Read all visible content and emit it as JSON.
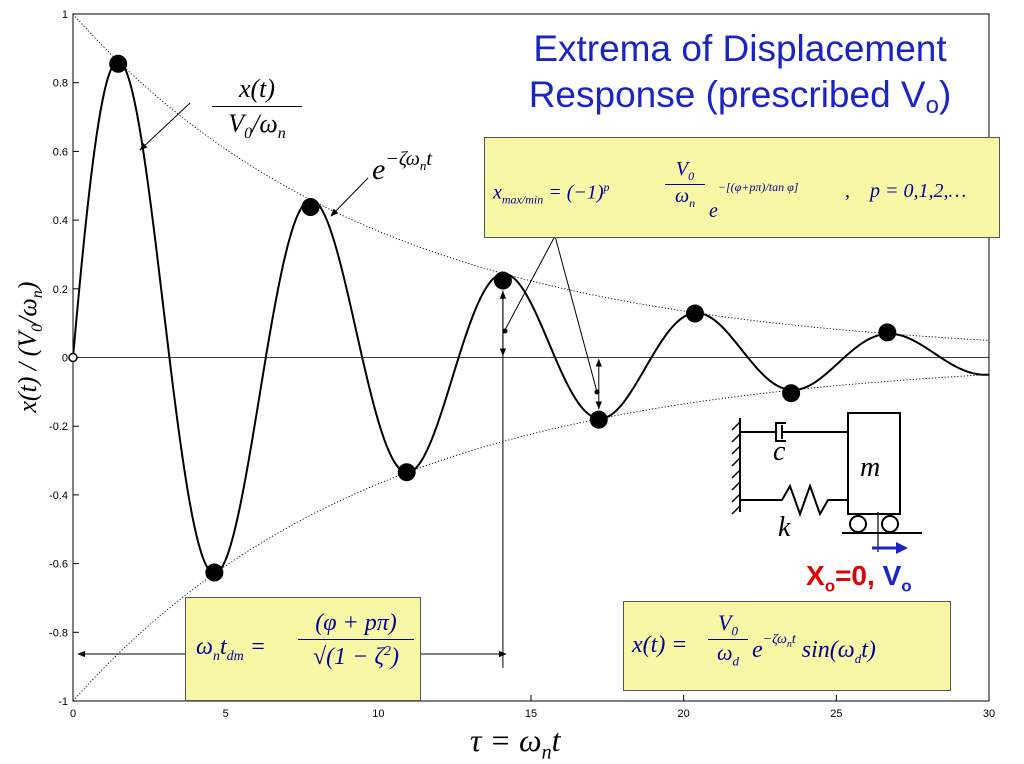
{
  "title_line1": "Extrema of Displacement",
  "title_line2": "Response (prescribed V",
  "title_sub": "o",
  "chart_data": {
    "type": "line",
    "xlabel": "τ = ωnt",
    "ylabel": "x(t) / (V0/ωn)",
    "xlim": [
      0,
      30
    ],
    "ylim": [
      -1,
      1
    ],
    "xticks": [
      "0",
      "5",
      "10",
      "15",
      "20",
      "25",
      "30"
    ],
    "yticks": [
      "-1",
      "-0.8",
      "-0.6",
      "-0.4",
      "-0.2",
      "0",
      "0.2",
      "0.4",
      "0.6",
      "0.8",
      "1"
    ],
    "zeta": 0.1,
    "series": [
      {
        "name": "x(t)/(V0/ωn)",
        "style": "solid",
        "function": "exp(-0.1 τ) sin(0.995 τ)/0.995"
      },
      {
        "name": "e^(-ζωn t)",
        "style": "dotted",
        "function": "exp(-0.1 τ)"
      },
      {
        "name": "",
        "style": "dotted",
        "function": "-exp(-0.1 τ)"
      }
    ],
    "extrema": [
      {
        "x": 1.48,
        "y": 0.855
      },
      {
        "x": 4.63,
        "y": -0.626
      },
      {
        "x": 7.78,
        "y": 0.438
      },
      {
        "x": 10.93,
        "y": -0.334
      },
      {
        "x": 14.08,
        "y": 0.224
      },
      {
        "x": 17.22,
        "y": -0.181
      },
      {
        "x": 20.37,
        "y": 0.128
      },
      {
        "x": 23.52,
        "y": -0.104
      },
      {
        "x": 26.67,
        "y": 0.073
      }
    ],
    "grid": false,
    "colors": {
      "curve": "#000000",
      "marker": "#000000",
      "box": "#f8f7a6",
      "eq_text": "#000096",
      "title": "#1a23c4",
      "red": "#e00000",
      "blue": "#1a23c4"
    }
  },
  "annotations": {
    "curve_label_num": "x(t)",
    "curve_label_den": "V0/ωn",
    "envelope_label": "e^−ζωnt",
    "xmax_eq": "xmax/min = (−1)^p (V0/ωn) e^−[(φ+pπ)/tanφ],   p = 0,1,2,…",
    "tdm_eq": "ωn tdm = (φ + pπ) / √(1 − ζ²)",
    "xt_eq": "x(t) = (V0/ωd) e^−ζωnt sin(ωd t)",
    "mass_label": "m",
    "damper_label": "c",
    "spring_label": "k",
    "ic_x": "X",
    "ic_x_sub": "o",
    "ic_x_val": "=0,",
    "ic_v": "V",
    "ic_v_sub": "o"
  }
}
